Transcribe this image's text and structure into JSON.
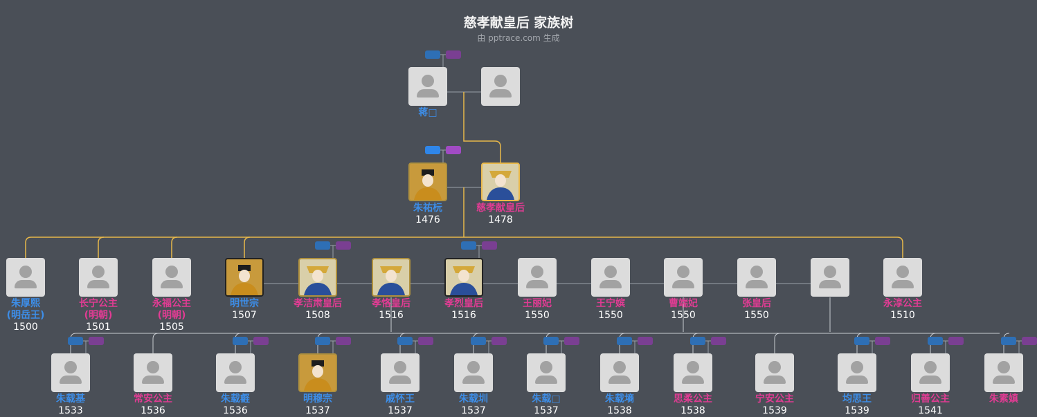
{
  "title": "慈孝献皇后 家族树",
  "subtitle": "由 pptrace.com 生成",
  "colors": {
    "background": "#4a4f57",
    "male": "#3d8ee8",
    "female": "#e03c93",
    "lineage": "#e8b84a",
    "link": "#9aa0a8"
  },
  "gen0": [
    {
      "name": "蒋□",
      "year": "",
      "gender": "male",
      "photo": "placeholder-icon"
    },
    {
      "name": "",
      "year": "",
      "gender": "female",
      "photo": "placeholder-icon"
    }
  ],
  "gen1": [
    {
      "name": "朱祐杬",
      "year": "1476",
      "gender": "male",
      "photo": "emperor-portrait"
    },
    {
      "name": "慈孝献皇后",
      "year": "1478",
      "gender": "female",
      "photo": "empress-portrait"
    }
  ],
  "gen2": [
    {
      "name": "朱厚熙",
      "sub": "(明岳王)",
      "year": "1500",
      "gender": "male",
      "photo": "placeholder-icon"
    },
    {
      "name": "长宁公主",
      "sub": "(明朝)",
      "year": "1501",
      "gender": "female",
      "photo": "placeholder-icon"
    },
    {
      "name": "永福公主",
      "sub": "(明朝)",
      "year": "1505",
      "gender": "female",
      "photo": "placeholder-icon"
    },
    {
      "name": "明世宗",
      "year": "1507",
      "gender": "male",
      "photo": "emperor-portrait"
    },
    {
      "name": "孝洁肃皇后",
      "year": "1508",
      "gender": "female",
      "photo": "empress-portrait"
    },
    {
      "name": "孝恪皇后",
      "year": "1516",
      "gender": "female",
      "photo": "empress-portrait"
    },
    {
      "name": "孝烈皇后",
      "year": "1516",
      "gender": "female",
      "photo": "empress-portrait"
    },
    {
      "name": "王丽妃",
      "year": "1550",
      "gender": "female",
      "photo": "placeholder-icon"
    },
    {
      "name": "王宁嫔",
      "year": "1550",
      "gender": "female",
      "photo": "placeholder-icon"
    },
    {
      "name": "曹端妃",
      "year": "1550",
      "gender": "female",
      "photo": "placeholder-icon"
    },
    {
      "name": "张皇后",
      "year": "1550",
      "gender": "female",
      "photo": "placeholder-icon"
    },
    {
      "name": "",
      "year": "",
      "gender": "female",
      "photo": "placeholder-icon"
    },
    {
      "name": "永淳公主",
      "year": "1510",
      "gender": "female",
      "photo": "placeholder-icon"
    }
  ],
  "gen3": [
    {
      "name": "朱载基",
      "year": "1533",
      "gender": "male",
      "photo": "placeholder-icon"
    },
    {
      "name": "常安公主",
      "year": "1536",
      "gender": "female",
      "photo": "placeholder-icon"
    },
    {
      "name": "朱载壡",
      "year": "1536",
      "gender": "male",
      "photo": "placeholder-icon"
    },
    {
      "name": "明穆宗",
      "year": "1537",
      "gender": "male",
      "photo": "emperor-portrait"
    },
    {
      "name": "戚怀王",
      "year": "1537",
      "gender": "male",
      "photo": "placeholder-icon"
    },
    {
      "name": "朱载圳",
      "year": "1537",
      "gender": "male",
      "photo": "placeholder-icon"
    },
    {
      "name": "朱载□",
      "year": "1537",
      "gender": "male",
      "photo": "placeholder-icon"
    },
    {
      "name": "朱载墒",
      "year": "1538",
      "gender": "male",
      "photo": "placeholder-icon"
    },
    {
      "name": "思柔公主",
      "year": "1538",
      "gender": "female",
      "photo": "placeholder-icon"
    },
    {
      "name": "宁安公主",
      "year": "1539",
      "gender": "female",
      "photo": "placeholder-icon"
    },
    {
      "name": "均思王",
      "year": "1539",
      "gender": "male",
      "photo": "placeholder-icon"
    },
    {
      "name": "归善公主",
      "year": "1541",
      "gender": "female",
      "photo": "placeholder-icon"
    },
    {
      "name": "朱素嫃",
      "year": "",
      "gender": "female",
      "photo": "placeholder-icon"
    }
  ]
}
